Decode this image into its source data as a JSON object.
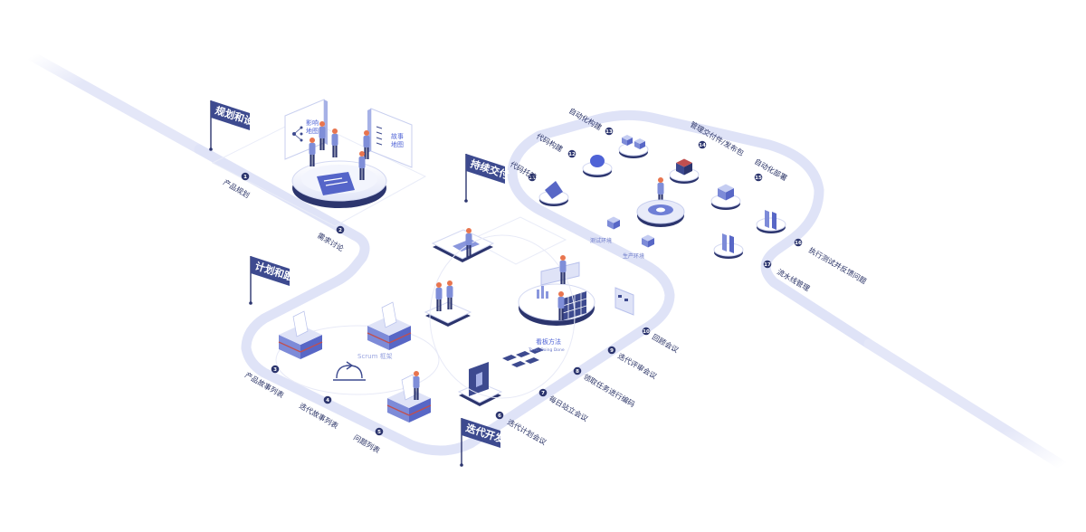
{
  "stages": {
    "plan_design": "规划和设计",
    "plan_track": "计划和跟踪",
    "iteration_dev": "迭代开发",
    "continuous_delivery": "持续交付"
  },
  "boards": {
    "impact_map": "影响\n地图",
    "story_map": "故事\n地图"
  },
  "steps": [
    {
      "num": "1",
      "label": "产品规划"
    },
    {
      "num": "2",
      "label": "需求讨论"
    },
    {
      "num": "3",
      "label": "产品故事列表"
    },
    {
      "num": "4",
      "label": "迭代故事列表"
    },
    {
      "num": "5",
      "label": "问题列表"
    },
    {
      "num": "6",
      "label": "迭代计划会议"
    },
    {
      "num": "7",
      "label": "每日站立会议"
    },
    {
      "num": "8",
      "label": "领取任务进行编码"
    },
    {
      "num": "9",
      "label": "迭代评审会议"
    },
    {
      "num": "10",
      "label": "回顾会议"
    },
    {
      "num": "11",
      "label": "代码托管"
    },
    {
      "num": "12",
      "label": "代码构建"
    },
    {
      "num": "13",
      "label": "自动化构建"
    },
    {
      "num": "14",
      "label": "管理交付件/发布包"
    },
    {
      "num": "15",
      "label": "自动化部署"
    },
    {
      "num": "16",
      "label": "执行测试并反馈问题"
    },
    {
      "num": "17",
      "label": "流水线管理"
    }
  ],
  "labels": {
    "scrum": "Scrum 框架",
    "kanban": "看板方法",
    "kanban_sub": "To do  Doing  Done",
    "test_env": "测试环境",
    "prod_env": "生产环境"
  },
  "colors": {
    "path": "#dfe3f7",
    "flag": "#3d4a8f",
    "accent": "#4f63d6",
    "person": "#e8754f",
    "platform": "#eef0fb",
    "node": "#2c356e"
  }
}
